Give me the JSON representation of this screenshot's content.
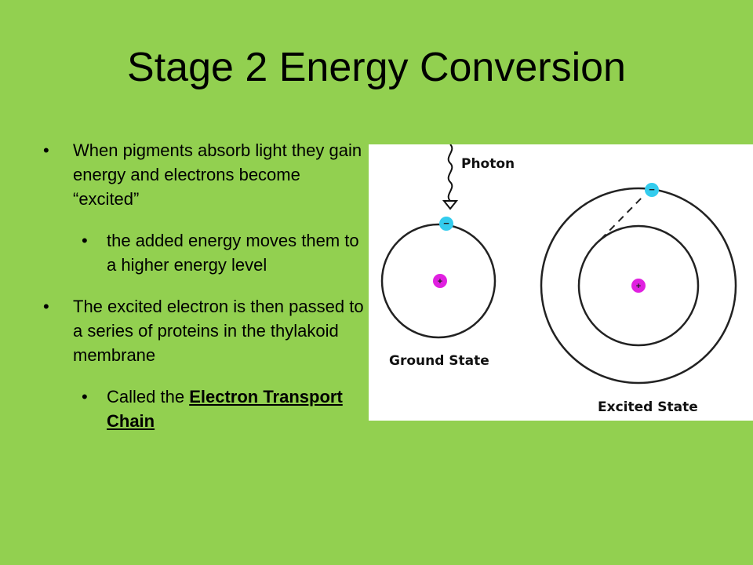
{
  "slide": {
    "title": "Stage 2 Energy Conversion",
    "bullets": [
      {
        "level": 1,
        "text": "When pigments absorb light they gain energy and electrons become “excited”"
      },
      {
        "level": 2,
        "text": "the added energy moves them to a higher  energy level"
      },
      {
        "level": 1,
        "text": "The excited electron is then passed to a series of proteins in the thylakoid membrane"
      },
      {
        "level": 2,
        "prefix": "Called the ",
        "term": "Electron Transport Chain"
      }
    ]
  },
  "figure": {
    "labels": {
      "photon": "Photon",
      "ground_state": "Ground State",
      "excited_state": "Excited State"
    },
    "symbols": {
      "nucleus": "+",
      "electron": "−"
    },
    "colors": {
      "nucleus": "#e020e0",
      "electron": "#33ccee",
      "orbit": "#222222",
      "background": "#ffffff"
    }
  }
}
